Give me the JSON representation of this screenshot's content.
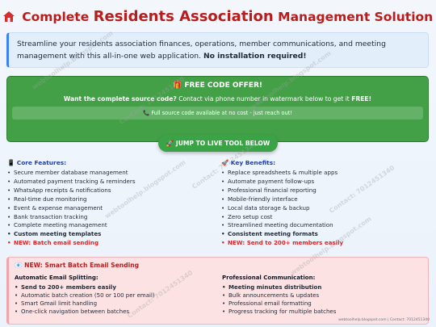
{
  "header": {
    "icon": "house-icon",
    "title_part1": "Complete",
    "title_part2": "Residents Association",
    "title_part3": "Management Solution"
  },
  "intro": {
    "text": "Streamline your residents association finances, operations, member communications, and meeting management with this all-in-one web application.",
    "bold": "No installation required!"
  },
  "offer": {
    "icon": "gift-icon",
    "head": "FREE CODE OFFER!",
    "sub_bold1": "Want the complete source code?",
    "sub_text": "Contact via phone number in watermark below to get it",
    "sub_bold2": "FREE!",
    "bar_icon": "phone-icon",
    "bar_text": "Full source code available at no cost - just reach out!"
  },
  "jump": {
    "icon": "rocket-icon",
    "label": "JUMP TO LIVE TOOL BELOW"
  },
  "core": {
    "icon": "phone-icon",
    "heading": "Core Features:",
    "items": [
      "Secure member database management",
      "Automated payment tracking & reminders",
      "WhatsApp receipts & notifications",
      "Real-time due monitoring",
      "Event & expense management",
      "Bank transaction tracking",
      "Complete meeting management",
      "Custom meeting templates",
      "NEW: Batch email sending"
    ]
  },
  "benefits": {
    "icon": "rocket-icon",
    "heading": "Key Benefits:",
    "items": [
      "Replace spreadsheets & multiple apps",
      "Automate payment follow-ups",
      "Professional financial reporting",
      "Mobile-friendly interface",
      "Local data storage & backup",
      "Zero setup cost",
      "Streamlined meeting documentation",
      "Consistent meeting formats",
      "NEW: Send to 200+ members easily"
    ]
  },
  "batch": {
    "icon": "email-icon",
    "heading": "NEW: Smart Batch Email Sending",
    "left_title": "Automatic Email Splitting:",
    "left_items": [
      "Send to 200+ members easily",
      "Automatic batch creation (50 or 100 per email)",
      "Smart Gmail limit handling",
      "One-click navigation between batches"
    ],
    "right_title": "Professional Communication:",
    "right_items": [
      "Meeting minutes distribution",
      "Bulk announcements & updates",
      "Professional email formatting",
      "Progress tracking for multiple batches"
    ]
  },
  "footer": {
    "text": "webtoolhelp.blogspot.com | Contact: 7012451340"
  },
  "watermark": {
    "site": "webtoolhelp.blogspot.com",
    "contact": "Contact: 7012451340"
  },
  "colors": {
    "title_red": "#b91c1c",
    "offer_green": "#43a047",
    "new_red": "#dc2626",
    "heading_blue": "#1e40af"
  }
}
